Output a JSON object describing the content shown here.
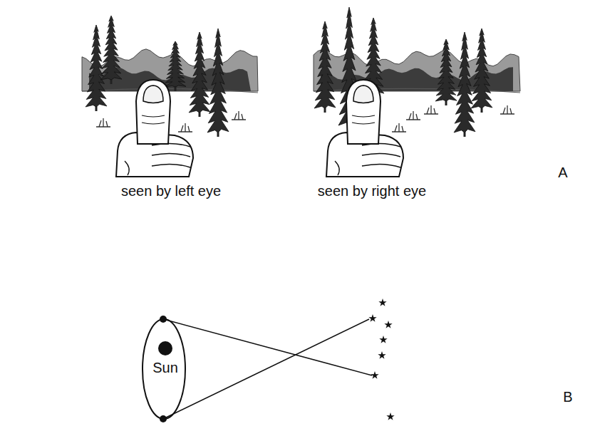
{
  "diagram": {
    "labels": [
      "seen by left eye",
      "seen by right eye",
      "A",
      "Sun",
      "B"
    ]
  }
}
